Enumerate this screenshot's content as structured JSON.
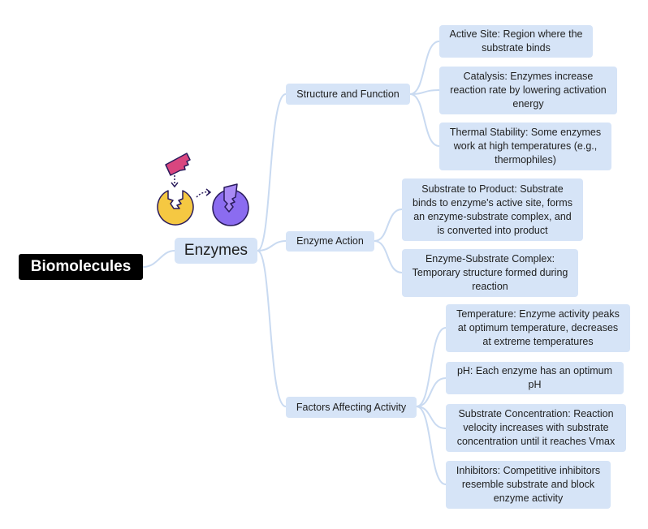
{
  "root": {
    "label": "Biomolecules"
  },
  "center": {
    "label": "Enzymes"
  },
  "branches": [
    {
      "label": "Structure and Function",
      "children": [
        "Active Site: Region where the substrate binds",
        "Catalysis: Enzymes increase reaction rate by lowering activation energy",
        "Thermal Stability: Some enzymes work at high temperatures (e.g., thermophiles)"
      ]
    },
    {
      "label": "Enzyme Action",
      "children": [
        "Substrate to Product: Substrate binds to enzyme's active site, forms an enzyme-substrate complex, and is converted into product",
        "Enzyme-Substrate Complex: Temporary structure formed during reaction"
      ]
    },
    {
      "label": "Factors Affecting Activity",
      "children": [
        "Temperature: Enzyme activity peaks at optimum temperature, decreases at extreme temperatures",
        "pH: Each enzyme has an optimum pH",
        "Substrate Concentration: Reaction velocity increases with substrate concentration until it reaches Vmax",
        "Inhibitors: Competitive inhibitors resemble substrate and block enzyme activity"
      ]
    }
  ],
  "colors": {
    "node_fill": "#d6e4f7",
    "link": "#c9daf1",
    "root_fill": "#000000"
  }
}
